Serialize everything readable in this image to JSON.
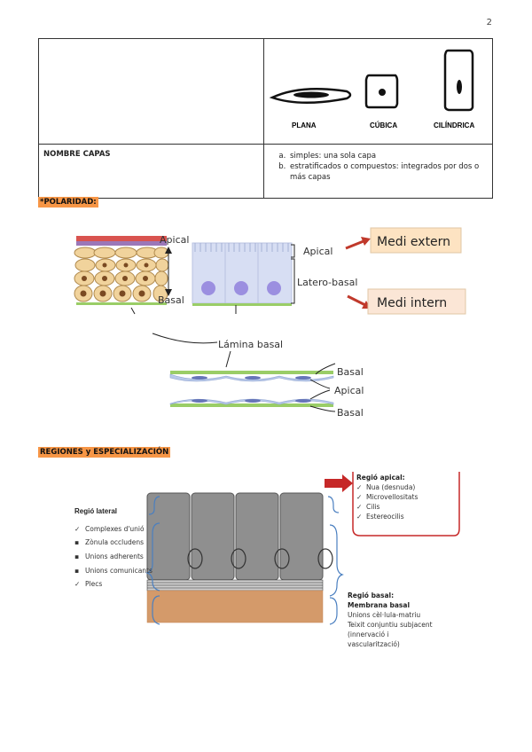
{
  "page_number": "2",
  "table": {
    "shapes": [
      "PLANA",
      "CÚBICA",
      "CILÍNDRICA"
    ],
    "nombre_label": "NOMBRE CAPAS",
    "capas": [
      "simples: una sola capa",
      "estratificados o compuestos: integrados por dos o más capas"
    ]
  },
  "polaridad": {
    "title": "*POLARIDAD:",
    "labels": {
      "apical_left": "Apical",
      "basal_left": "Basal",
      "apical_right": "Apical",
      "latero_basal": "Latero-basal",
      "medi_extern": "Medi extern",
      "medi_intern": "Medi intern",
      "lamina_basal": "Lámina basal",
      "basal_1": "Basal",
      "apical_2": "Apical",
      "basal_2": "Basal"
    }
  },
  "regiones": {
    "title": "REGIONES y ESPECIALIZACIÓN",
    "lateral_title": "Regió lateral",
    "lateral_items": [
      "Complexes d'unió",
      "Zònula occludens",
      "Unions adherents",
      "Unions comunicants",
      "Plecs"
    ],
    "apical_title": "Regió apical:",
    "apical_items": [
      "Nua (desnuda)",
      "Microvellositats",
      "Cilis",
      "Estereocilis"
    ],
    "basal_title": "Regió basal:",
    "basal_lines": [
      "Membrana basal",
      "Unions cèl·lula-matriu",
      "Teixit conjuntiu subjacent",
      "(innervació i",
      "vascularització)"
    ]
  }
}
